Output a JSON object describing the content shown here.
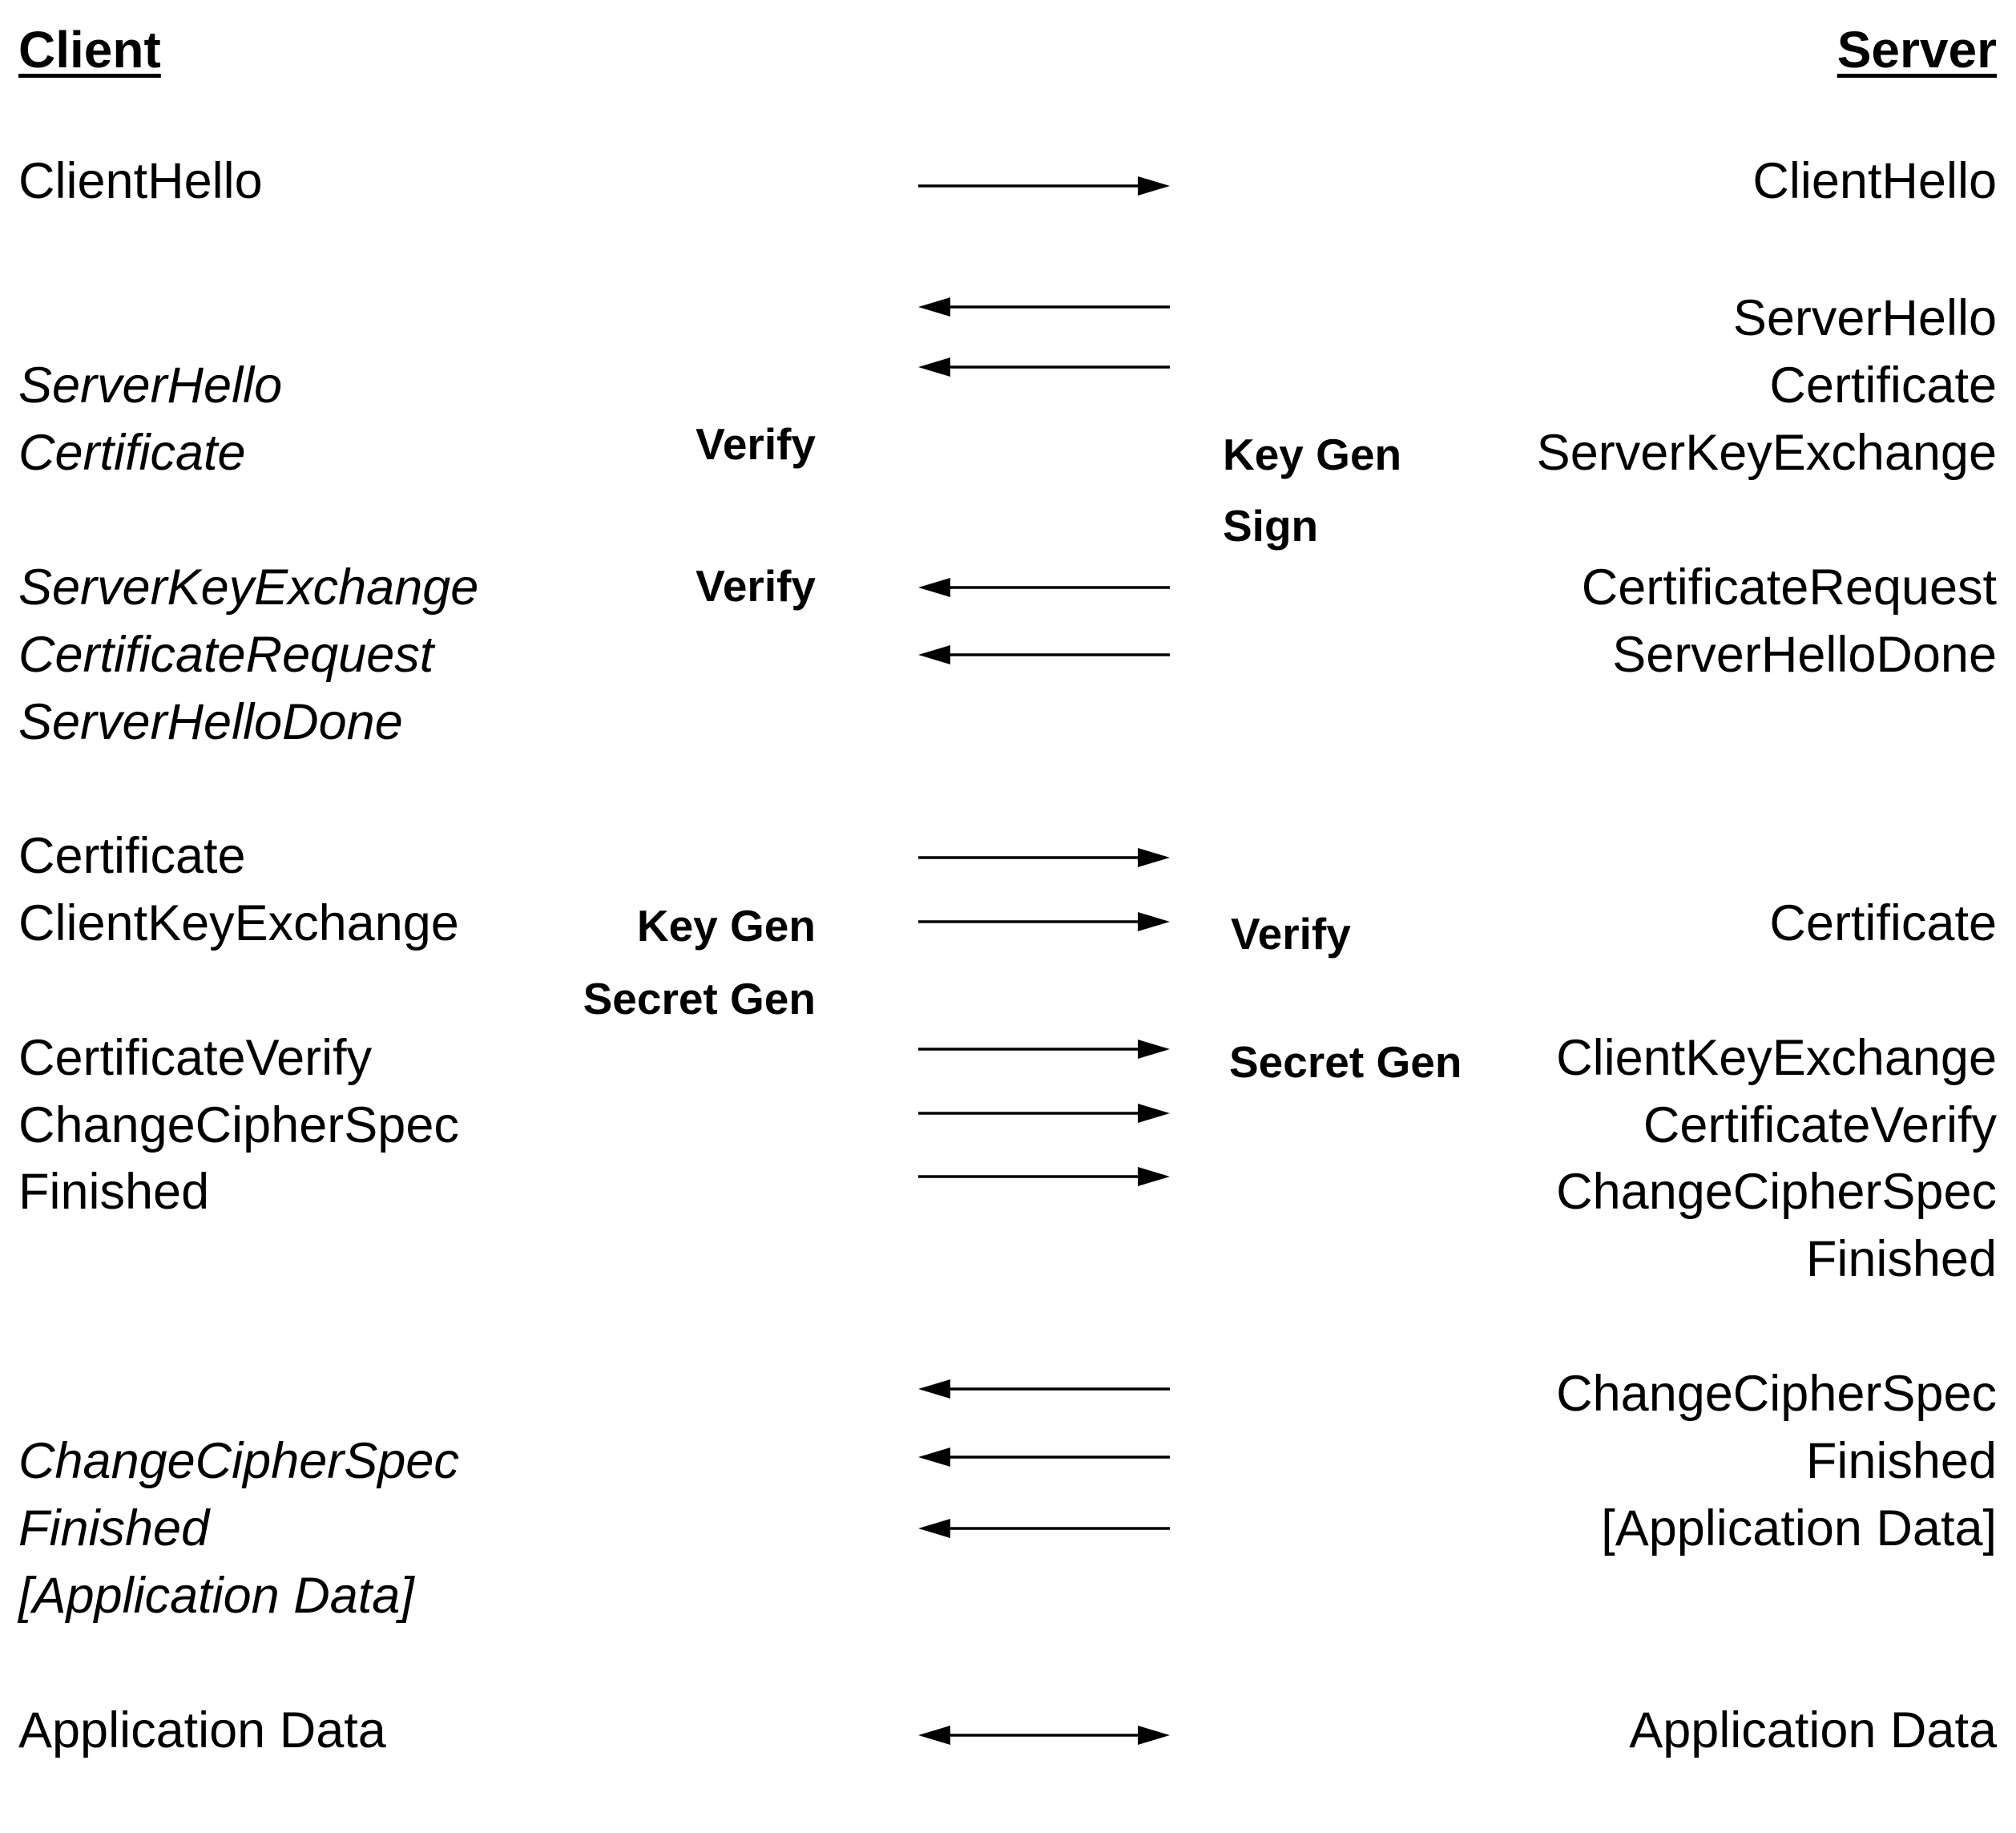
{
  "headers": {
    "client": "Client",
    "server": "Server"
  },
  "client_messages": [
    {
      "text": "ClientHello",
      "style": "normal"
    },
    {
      "text": "ServerHello",
      "style": "italic"
    },
    {
      "text": "Certificate",
      "style": "italic"
    },
    {
      "text": "ServerKeyExchange",
      "style": "italic"
    },
    {
      "text": "CertificateRequest",
      "style": "italic"
    },
    {
      "text": "ServerHelloDone",
      "style": "italic"
    },
    {
      "text": "Certificate",
      "style": "normal"
    },
    {
      "text": "ClientKeyExchange",
      "style": "normal"
    },
    {
      "text": "CertificateVerify",
      "style": "normal"
    },
    {
      "text": "ChangeCipherSpec",
      "style": "normal"
    },
    {
      "text": "Finished",
      "style": "normal"
    },
    {
      "text": "ChangeCipherSpec",
      "style": "italic"
    },
    {
      "text": "Finished",
      "style": "italic"
    },
    {
      "text": "[Application Data]",
      "style": "italic"
    },
    {
      "text": "Application Data",
      "style": "normal"
    }
  ],
  "client_operations": [
    "Verify",
    "Verify",
    "Key Gen",
    "Secret Gen"
  ],
  "server_messages": [
    "ClientHello",
    "ServerHello",
    "Certificate",
    "ServerKeyExchange",
    "CertificateRequest",
    "ServerHelloDone",
    "Certificate",
    "ClientKeyExchange",
    "CertificateVerify",
    "ChangeCipherSpec",
    "Finished",
    "ChangeCipherSpec",
    "Finished",
    "[Application Data]",
    "Application Data"
  ],
  "server_operations": [
    "Key Gen",
    "Sign",
    "Verify",
    "Secret Gen"
  ],
  "arrows": [
    "right",
    "left",
    "left",
    "left",
    "left",
    "right",
    "right",
    "right",
    "right",
    "right",
    "left",
    "left",
    "left",
    "both"
  ],
  "colors": {
    "ink": "#000000",
    "background": "#ffffff"
  }
}
